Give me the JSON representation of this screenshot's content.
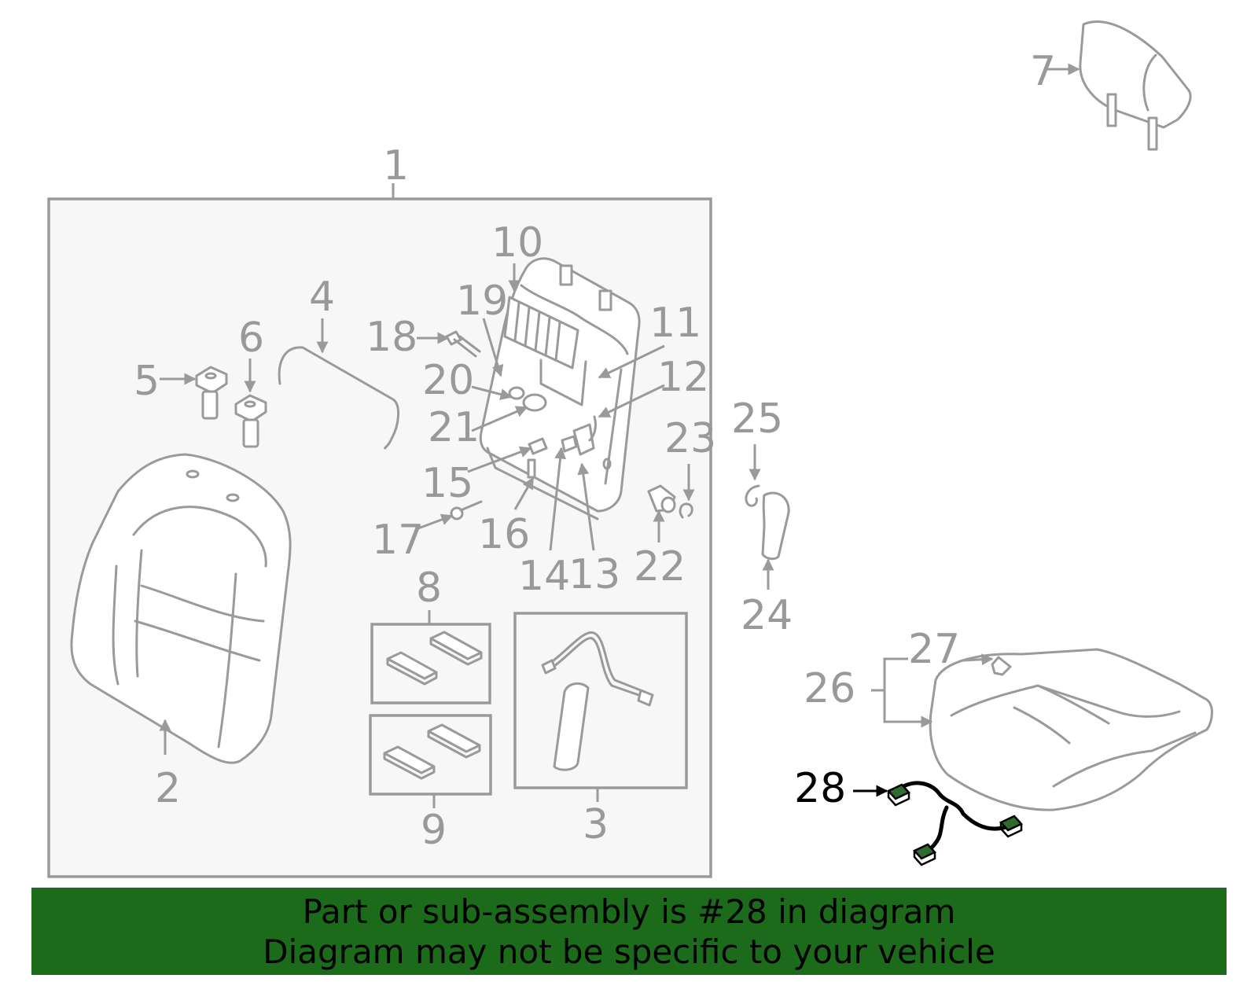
{
  "callouts": {
    "c1": "1",
    "c2": "2",
    "c3": "3",
    "c4": "4",
    "c5": "5",
    "c6": "6",
    "c7": "7",
    "c8": "8",
    "c9": "9",
    "c10": "10",
    "c11": "11",
    "c12": "12",
    "c13": "13",
    "c14": "14",
    "c15": "15",
    "c16": "16",
    "c17": "17",
    "c18": "18",
    "c19": "19",
    "c20": "20",
    "c21": "21",
    "c22": "22",
    "c23": "23",
    "c24": "24",
    "c25": "25",
    "c26": "26",
    "c27": "27",
    "c28": "28"
  },
  "highlighted_part": "28",
  "colors": {
    "line": "#9a9a9a",
    "panel": "#f7f7f7",
    "banner": "#1b6b1b",
    "highlight": "#000000",
    "connector": "#2e6b2e"
  },
  "banner": {
    "line1": "Part or sub-assembly is #28 in diagram",
    "line2": "Diagram may not be specific to your vehicle"
  }
}
